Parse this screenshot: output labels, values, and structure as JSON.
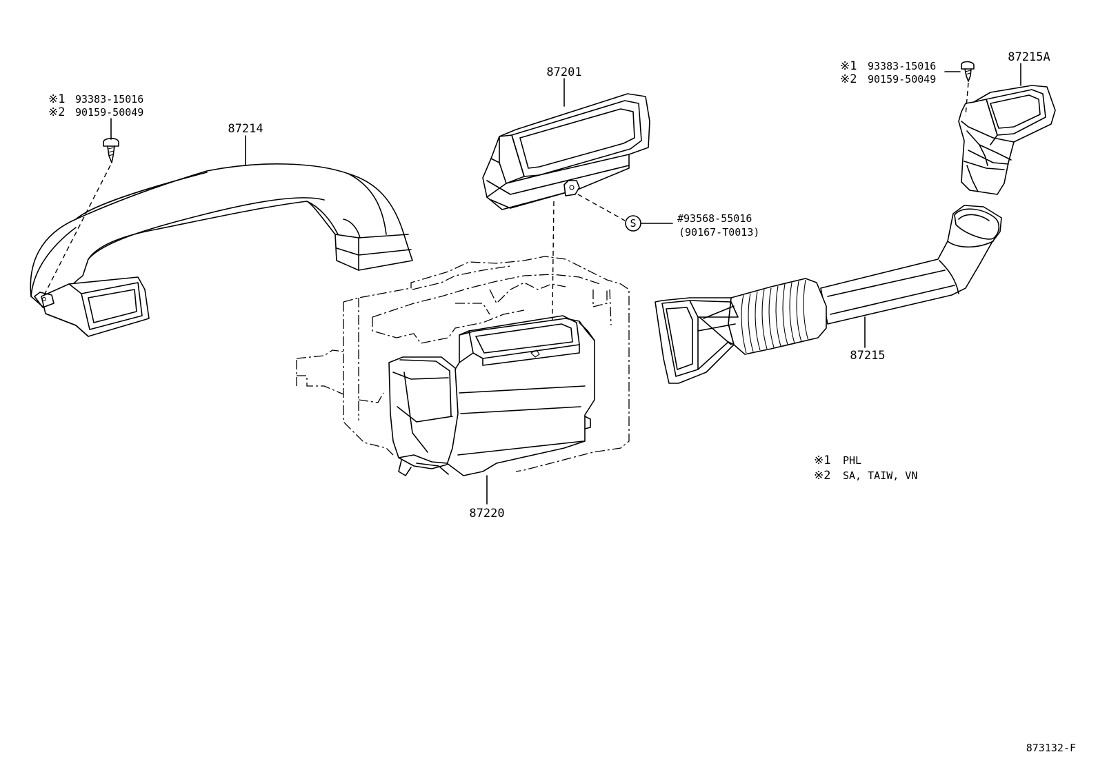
{
  "callouts": {
    "part_87214": "87214",
    "part_87201": "87201",
    "part_87215A": "87215A",
    "part_87215": "87215",
    "part_87220": "87220"
  },
  "screw_left": {
    "line1_mark": "※1",
    "line1_part": "93383-15016",
    "line2_mark": "※2",
    "line2_part": "90159-50049"
  },
  "screw_right": {
    "line1_mark": "※1",
    "line1_part": "93383-15016",
    "line2_mark": "※2",
    "line2_part": "90159-50049"
  },
  "clip": {
    "symbol": "S",
    "part": "#93568-55016",
    "alt_part": "(90167-T0013)"
  },
  "legend": {
    "line1_mark": "※1",
    "line1_text": "PHL",
    "line2_mark": "※2",
    "line2_text": "SA, TAIW, VN"
  },
  "figure_id": "873132-F"
}
